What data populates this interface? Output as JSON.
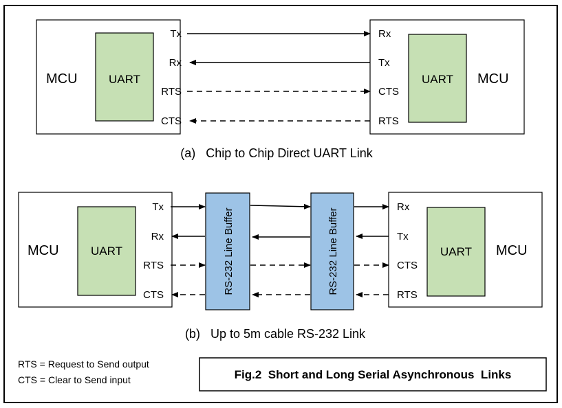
{
  "diagram_a": {
    "caption": "(a)   Chip to Chip Direct UART Link",
    "left": {
      "mcu": "MCU",
      "uart": "UART",
      "pins": [
        "Tx",
        "Rx",
        "RTS",
        "CTS"
      ]
    },
    "right": {
      "mcu": "MCU",
      "uart": "UART",
      "pins": [
        "Rx",
        "Tx",
        "CTS",
        "RTS"
      ]
    }
  },
  "diagram_b": {
    "caption": "(b)   Up to 5m cable RS-232 Link",
    "left": {
      "mcu": "MCU",
      "uart": "UART",
      "pins": [
        "Tx",
        "Rx",
        "RTS",
        "CTS"
      ]
    },
    "right": {
      "mcu": "MCU",
      "uart": "UART",
      "pins": [
        "Rx",
        "Tx",
        "CTS",
        "RTS"
      ]
    },
    "buffer_left": "RS-232 Line Buffer",
    "buffer_right": "RS-232 Line Buffer"
  },
  "legend": {
    "rts": "RTS = Request to Send output",
    "cts": "CTS = Clear to Send input"
  },
  "figure_title": "Fig.2  Short and Long Serial Asynchronous  Links",
  "colors": {
    "uart_fill": "#c6e0b4",
    "buffer_fill": "#9dc3e6",
    "stroke": "#000000"
  }
}
